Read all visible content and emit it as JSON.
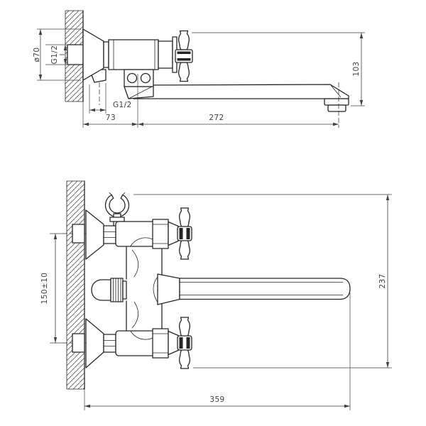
{
  "colors": {
    "background": "#ffffff",
    "line": "#262626",
    "dim": "#3f3f3f",
    "hatch": "#555555"
  },
  "side_view": {
    "dims": {
      "escutcheon_diameter": "ø70",
      "inlet_thread": "G1/2",
      "height_to_outlet": "103",
      "shower_thread": "G1/2",
      "wall_to_pivot": "73",
      "spout_reach": "272"
    }
  },
  "front_view": {
    "dims": {
      "inlet_spacing": "150±10",
      "overall_height": "237",
      "overall_length": "359"
    }
  }
}
